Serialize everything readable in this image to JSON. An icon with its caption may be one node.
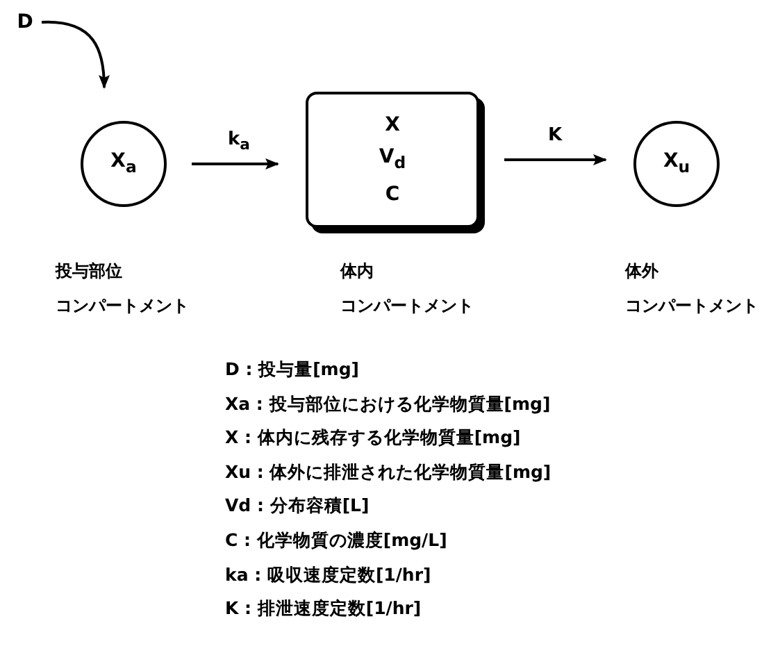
{
  "diagram": {
    "nodes": [
      {
        "text": [
          "D"
        ]
      },
      {
        "text": [
          "X$_{a}$"
        ],
        "beside": [
          "投与部位",
          "コンパートメント"
        ]
      },
      {
        "text": [
          "X",
          "V$_{d}$",
          "C"
        ],
        "beside": [
          "体内",
          "コンパートメント"
        ]
      },
      {
        "text": [
          "X$_{u}$"
        ],
        "beside": [
          "体外",
          "コンパートメント"
        ]
      }
    ],
    "edges": [
      {
        "from": 0,
        "to": 1,
        "arrow": "to"
      },
      {
        "from": 1,
        "to": 2,
        "arrow": "to",
        "label": "k$_{a}$"
      },
      {
        "from": 2,
        "to": 3,
        "arrow": "to",
        "label": "K"
      }
    ],
    "labels": [
      "D : 投与量[mg]",
      "Xa : 投与部位における化学物質量[mg]",
      "X : 体内に残存する化学物質量[mg]",
      "Xu : 体外に排泄された化学物質量[mg]",
      "Vd : 分布容積[L]",
      "C : 化学物質の濃度[mg/L]",
      "ka : 吸収速度定数[1/hr]",
      "K : 排泄速度定数[1/hr]"
    ]
  }
}
